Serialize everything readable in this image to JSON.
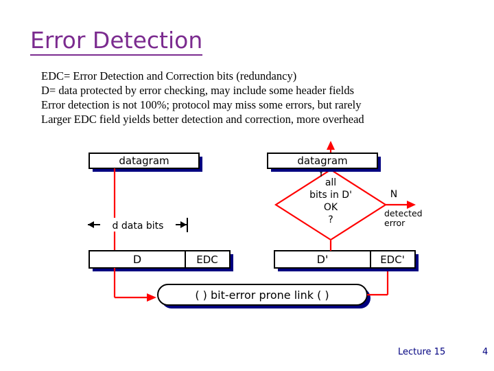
{
  "slide": {
    "title": "Error Detection",
    "title_color": "#7b2b8f",
    "bullets": [
      "EDC= Error Detection and Correction bits (redundancy)",
      "D= data protected by error checking, may include some header fields",
      "Error detection is not 100%; protocol may miss some errors, but rarely",
      "Larger EDC field yields better detection and correction, more overhead"
    ],
    "footer": {
      "lecture": "Lecture 15",
      "page": "4",
      "color": "#000080"
    }
  },
  "figure": {
    "labels": {
      "datagram_left": "datagram",
      "datagram_right": "datagram",
      "d_data_bits": "d data bits",
      "D_left": "D",
      "EDC_left": "EDC",
      "D_right": "D'",
      "EDC_right": "EDC'",
      "decision_line1": "all",
      "decision_line2": "bits in D'",
      "decision_line3": "OK",
      "decision_line4": "?",
      "yes_label": "Y",
      "no_label": "N",
      "detected_line1": "detected",
      "detected_line2": "error",
      "link_label": "( ) bit-error prone link ( )"
    },
    "colors": {
      "arrow": "#ff0000",
      "shadow": "#000080",
      "outline": "#000000",
      "decision_outline": "#ff0000"
    }
  }
}
